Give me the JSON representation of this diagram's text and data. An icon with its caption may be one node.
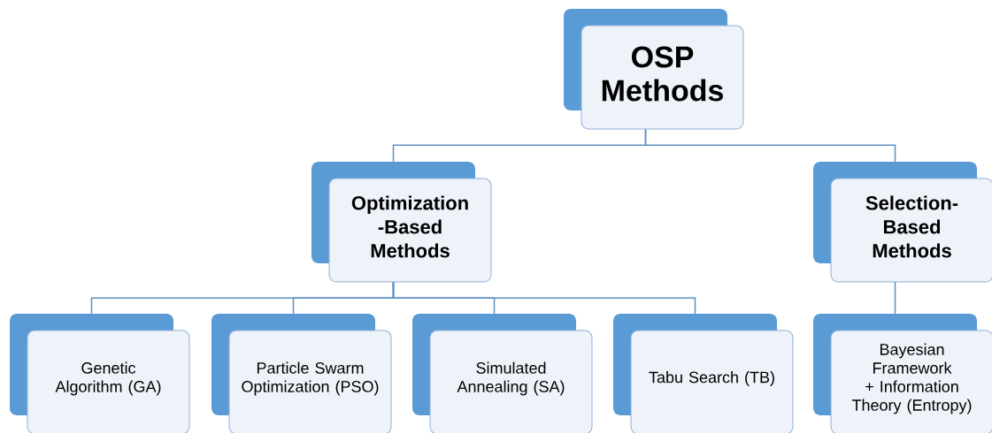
{
  "diagram": {
    "nodes": [
      {
        "text": [
          "OSP Methods"
        ]
      },
      {
        "text": [
          "Optimization -Based Methods"
        ]
      },
      {
        "text": [
          "Selection- Based Methods"
        ]
      },
      {
        "text": [
          "Genetic Algorithm (GA)"
        ]
      },
      {
        "text": [
          "Particle Swarm Optimization (PSO)"
        ]
      },
      {
        "text": [
          "Simulated Annealing (SA)"
        ]
      },
      {
        "text": [
          "Tabu Search (TB)"
        ]
      },
      {
        "text": [
          "Bayesian Framework + Information Theory (Entropy)"
        ]
      }
    ],
    "edges": [
      {
        "from": 0,
        "to": 1,
        "arrow": "none"
      },
      {
        "from": 0,
        "to": 2,
        "arrow": "none"
      },
      {
        "from": 1,
        "to": 3,
        "arrow": "none"
      },
      {
        "from": 1,
        "to": 4,
        "arrow": "none"
      },
      {
        "from": 1,
        "to": 5,
        "arrow": "none"
      },
      {
        "from": 1,
        "to": 6,
        "arrow": "none"
      },
      {
        "from": 2,
        "to": 7,
        "arrow": "none"
      }
    ]
  }
}
